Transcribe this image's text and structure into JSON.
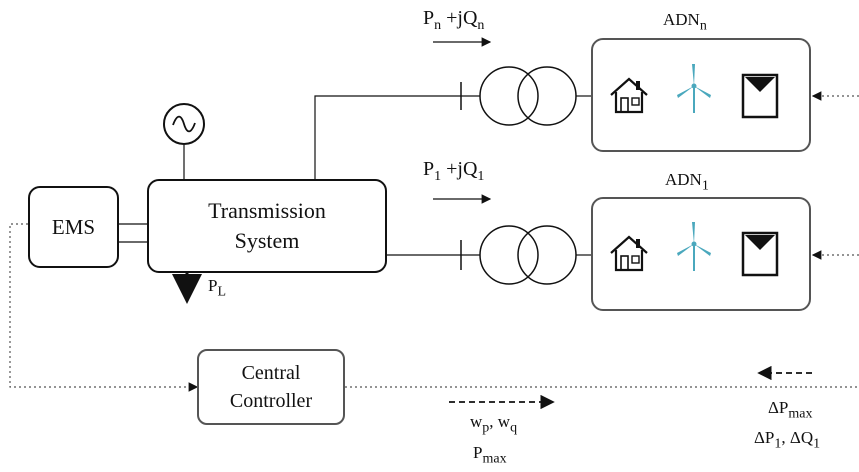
{
  "ems": {
    "label": "EMS"
  },
  "transmission": {
    "line1": "Transmission",
    "line2": "System"
  },
  "controller": {
    "line1": "Central",
    "line2": "Controller"
  },
  "load": {
    "main": "P",
    "sub": "L"
  },
  "flow_n": {
    "p": "P",
    "p_sub": "n",
    "mid": " +jQ",
    "q_sub": "n"
  },
  "flow_1": {
    "p": "P",
    "p_sub": "1",
    "mid": " +jQ",
    "q_sub": "1"
  },
  "adn_n": {
    "main": "ADN",
    "sub": "n"
  },
  "adn_1": {
    "main": "ADN",
    "sub": "1"
  },
  "weights": {
    "w1": "w",
    "w1_sub": "p",
    "sep": ", w",
    "w2_sub": "q"
  },
  "pmax": {
    "main": "P",
    "sub": "max"
  },
  "delta_pmax": {
    "main": "ΔP",
    "sub": "max"
  },
  "delta_pq": {
    "p": "ΔP",
    "p_sub": "1",
    "sep": ", ΔQ",
    "q_sub": "1"
  },
  "icons": [
    "house-icon",
    "wind-turbine-icon",
    "solar-panel-icon",
    "generator-icon",
    "transformer-icon"
  ],
  "colors": {
    "turbine": "#4aa8bd",
    "line": "#111111",
    "border": "#555555"
  }
}
